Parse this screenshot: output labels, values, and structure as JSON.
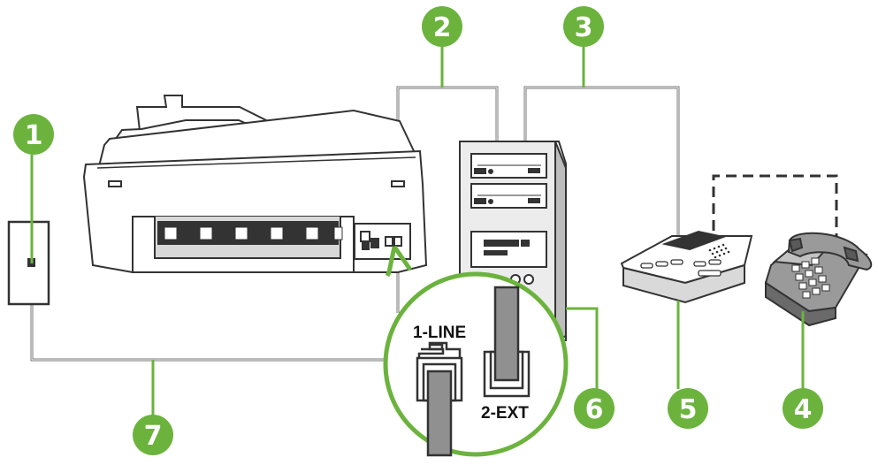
{
  "colors": {
    "callout_fill": "#6bb33d",
    "cable": "#6b6b6b",
    "device_fill": "#ffffff",
    "device_stroke": "#3a3a3a",
    "dark": "#3a3a3a"
  },
  "labels": {
    "port_line": "1-LINE",
    "port_ext": "2-EXT"
  },
  "callouts": [
    {
      "id": "1",
      "text": "1"
    },
    {
      "id": "2",
      "text": "2"
    },
    {
      "id": "3",
      "text": "3"
    },
    {
      "id": "4",
      "text": "4"
    },
    {
      "id": "5",
      "text": "5"
    },
    {
      "id": "6",
      "text": "6"
    },
    {
      "id": "7",
      "text": "7"
    }
  ]
}
